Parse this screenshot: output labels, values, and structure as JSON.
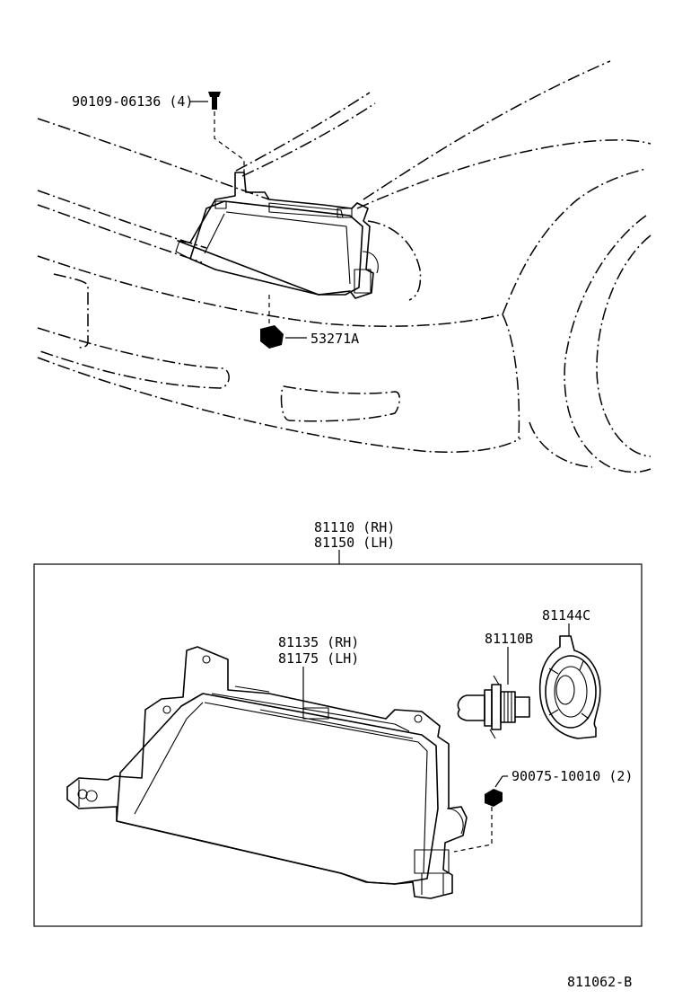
{
  "callouts": {
    "screw": "90109-06136 (4)",
    "clip_lower": "53271A",
    "assembly_rh": "81110 (RH)",
    "assembly_lh": "81150 (LH)",
    "lens_rh": "81135 (RH)",
    "lens_lh": "81175 (LH)",
    "socket_cover": "81144C",
    "bulb": "81110B",
    "nut": "90075-10010 (2)"
  },
  "figure_id": "811062-B"
}
